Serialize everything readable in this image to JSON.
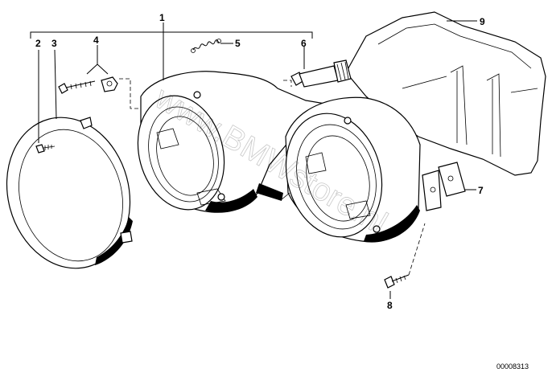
{
  "callouts": {
    "c1": "1",
    "c2": "2",
    "c3": "3",
    "c4": "4",
    "c5": "5",
    "c6": "6",
    "c7": "7",
    "c8": "8",
    "c9": "9"
  },
  "reference_number": "00008313",
  "watermark": "www.BMWstore.nl"
}
